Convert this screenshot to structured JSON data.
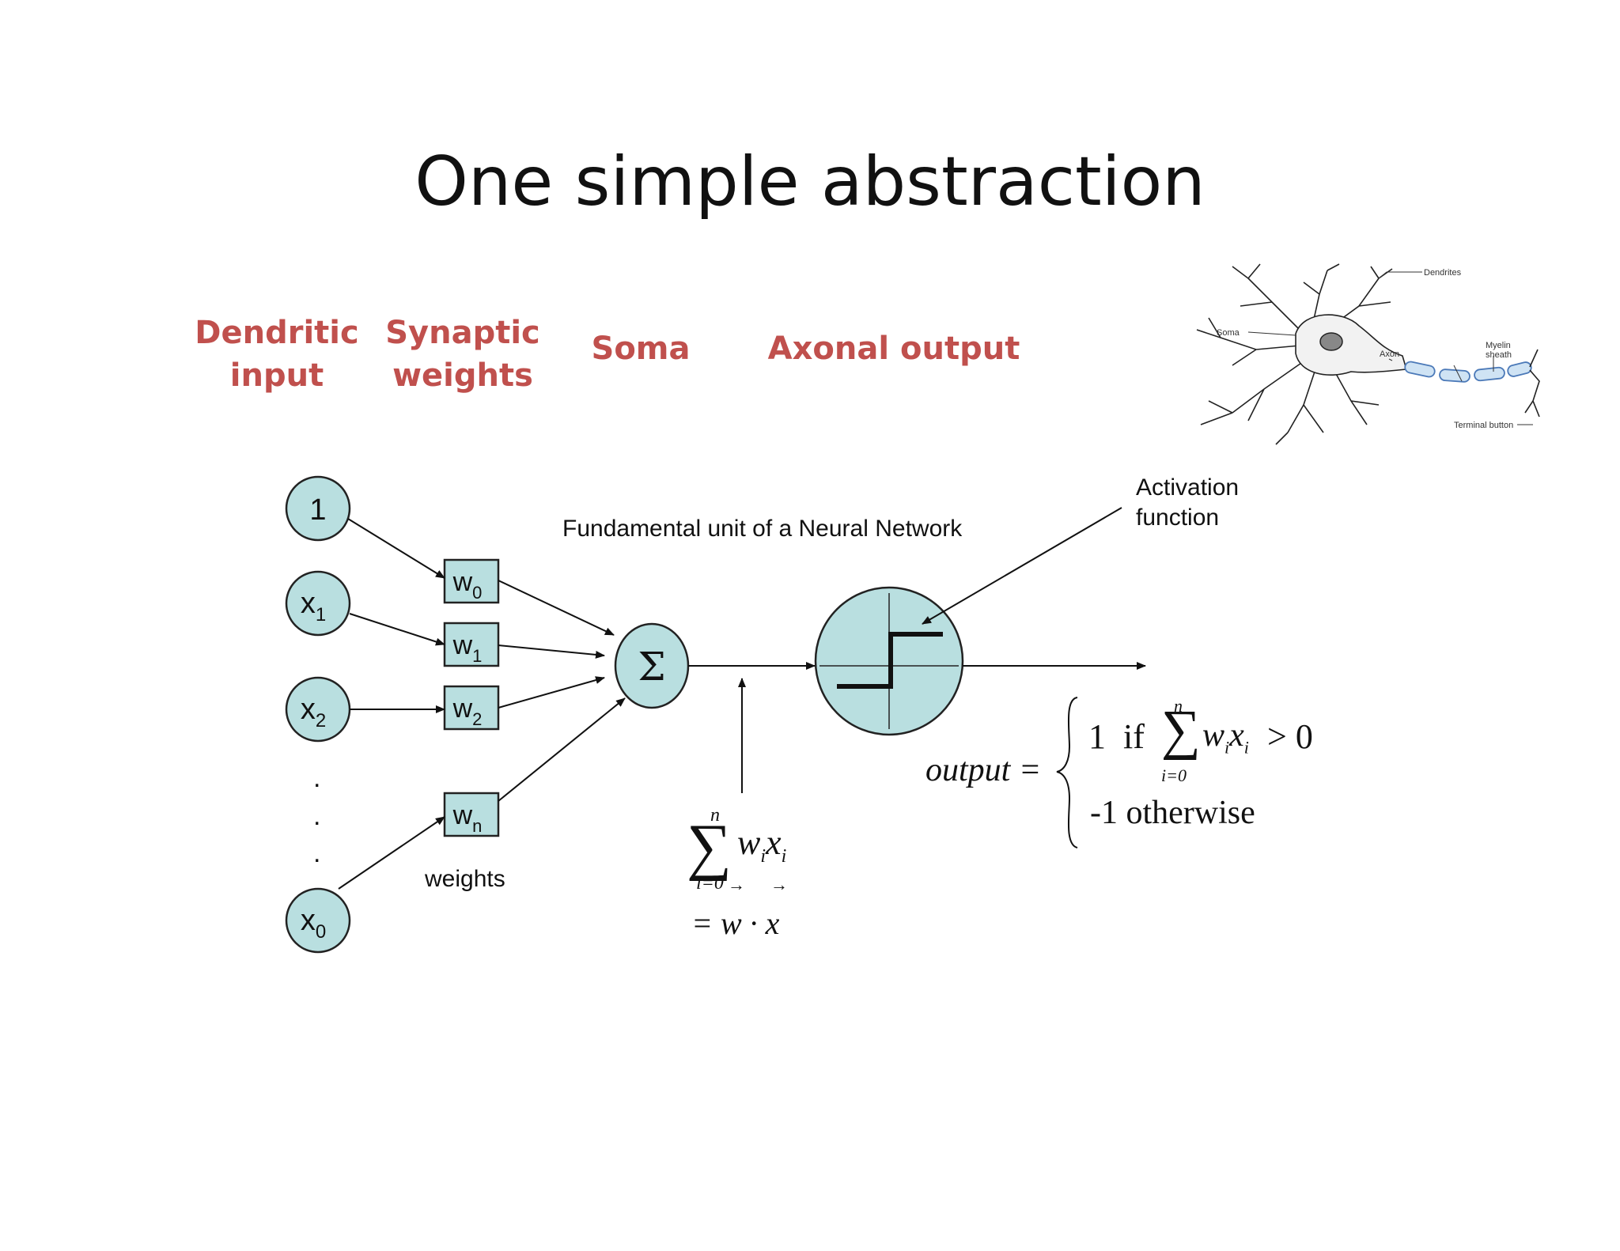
{
  "title": "One simple abstraction",
  "headers": {
    "dendritic": [
      "Dendritic",
      "input"
    ],
    "synaptic": [
      "Synaptic",
      "weights"
    ],
    "soma": "Soma",
    "axonal": "Axonal output"
  },
  "neuron_image": {
    "labels": {
      "dendrites": "Dendrites",
      "soma": "Soma",
      "axon": "Axon",
      "myelin": [
        "Myelin",
        "sheath"
      ],
      "terminal": "Terminal button"
    }
  },
  "diagram": {
    "caption": "Fundamental unit of a Neural Network",
    "activation_label": [
      "Activation",
      "function"
    ],
    "weights_label": "weights",
    "sigma_symbol": "Σ",
    "inputs": [
      {
        "base": "1",
        "sub": ""
      },
      {
        "base": "x",
        "sub": "1"
      },
      {
        "base": "x",
        "sub": "2"
      },
      {
        "base": "x",
        "sub": "0"
      }
    ],
    "weights": [
      {
        "base": "w",
        "sub": "0"
      },
      {
        "base": "w",
        "sub": "1"
      },
      {
        "base": "w",
        "sub": "2"
      },
      {
        "base": "w",
        "sub": "n"
      }
    ],
    "ellipsis": [
      ".",
      ".",
      "."
    ],
    "sum_formula": {
      "upper": "n",
      "lower": "i=0",
      "term_w": "w",
      "term_x": "x",
      "term_sub": "i",
      "dot_product": "= w · x"
    },
    "output_formula": {
      "lhs": "output =",
      "case1_prefix": "1  if",
      "case1_upper": "n",
      "case1_lower": "i=0",
      "case1_term": "w",
      "case1_term2": "x",
      "case1_sub": "i",
      "case1_suffix": "> 0",
      "case2": "-1 otherwise"
    }
  }
}
